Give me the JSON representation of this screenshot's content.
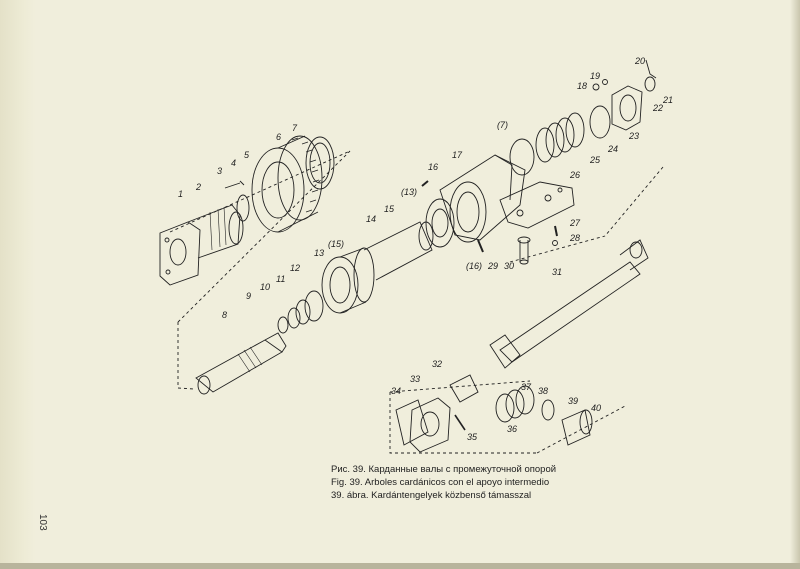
{
  "figure": {
    "captions": [
      "Рис. 39. Карданные валы с промежуточной опорой",
      "Fig. 39. Arboles cardánicos con el apoyo intermedio",
      "39. ábra. Kardántengelyek közbenső támasszal"
    ],
    "page_number": "103",
    "part_labels": [
      "1",
      "2",
      "3",
      "4",
      "5",
      "6",
      "7",
      "8",
      "9",
      "10",
      "11",
      "12",
      "13",
      "(15)",
      "14",
      "15",
      "(13)",
      "16",
      "17",
      "(7)",
      "(16)",
      "29",
      "30",
      "27",
      "28",
      "18",
      "19",
      "20",
      "21",
      "22",
      "23",
      "24",
      "25",
      "26",
      "31",
      "32",
      "33",
      "34",
      "35",
      "36",
      "37",
      "38",
      "39",
      "40"
    ]
  }
}
